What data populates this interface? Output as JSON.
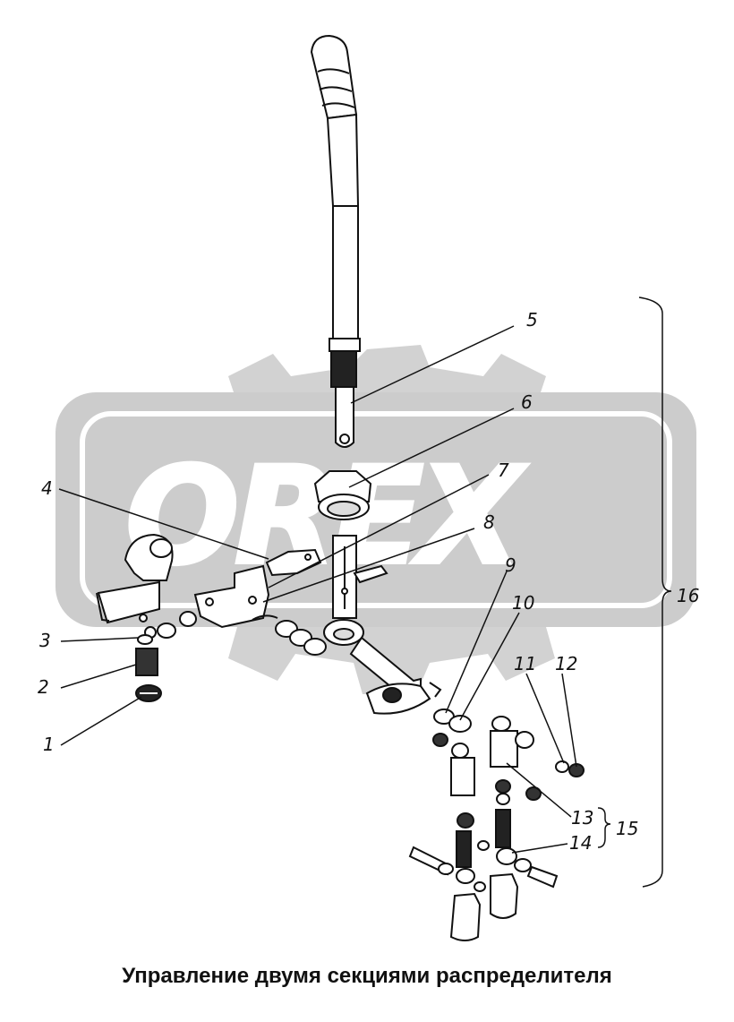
{
  "caption": "Управление двумя секциями распределителя",
  "watermark": {
    "text": "OREX",
    "color": "#cfcfcf"
  },
  "callouts": [
    "1",
    "2",
    "3",
    "4",
    "5",
    "6",
    "7",
    "8",
    "9",
    "10",
    "11",
    "12",
    "13",
    "14",
    "15",
    "16"
  ]
}
